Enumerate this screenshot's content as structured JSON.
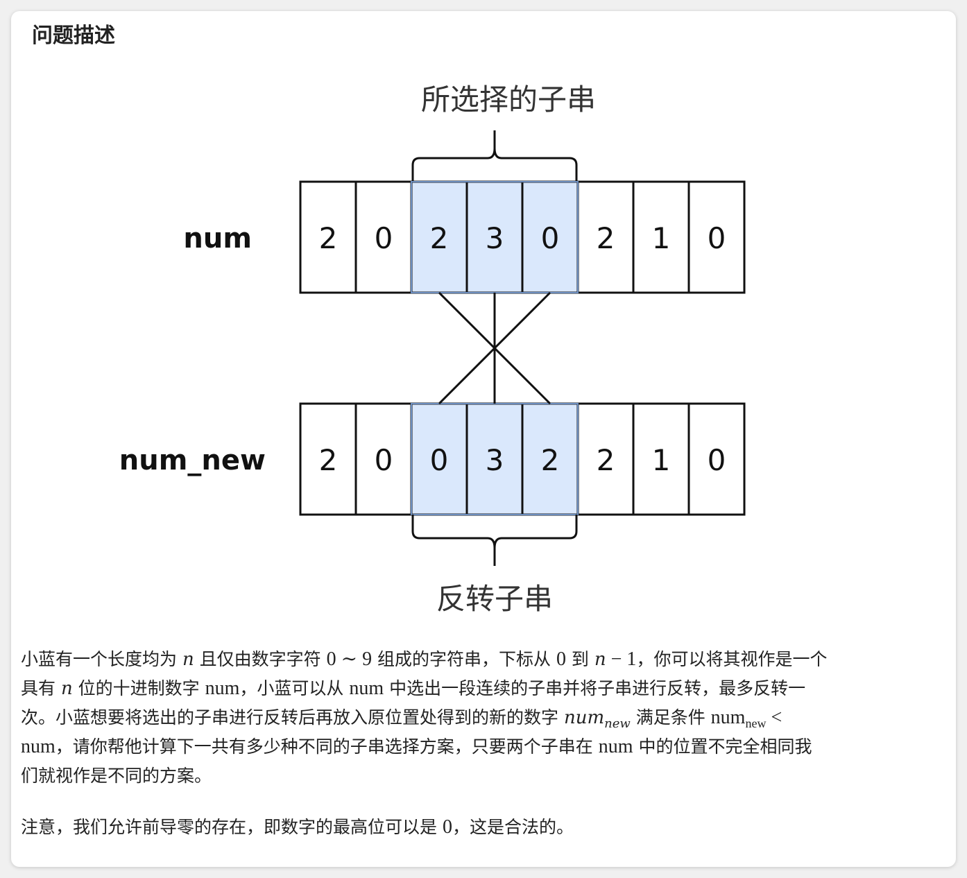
{
  "title": "问题描述",
  "diagram": {
    "top_label": "所选择的子串",
    "bottom_label": "反转子串",
    "row_num_label": "num",
    "row_new_label": "num_new",
    "num_digits": [
      "2",
      "0",
      "2",
      "3",
      "0",
      "2",
      "1",
      "0"
    ],
    "new_digits": [
      "2",
      "0",
      "0",
      "3",
      "2",
      "2",
      "1",
      "0"
    ],
    "selected_range": [
      2,
      4
    ],
    "highlight_fill": "#dae8fc",
    "highlight_stroke": "#6c8ebf"
  },
  "paragraph_lines": [
    [
      {
        "t": "小蓝有一个长度均为 "
      },
      {
        "mi": "n"
      },
      {
        "t": " 且仅由数字字符 "
      },
      {
        "mr": "0 ∼ 9"
      },
      {
        "t": " 组成的字符串，下标从 "
      },
      {
        "mr": "0"
      },
      {
        "t": " 到 "
      },
      {
        "mi": "n"
      },
      {
        "mr": " − 1"
      },
      {
        "t": "，你可以将其视作是一个"
      }
    ],
    [
      {
        "t": "具有 "
      },
      {
        "mi": "n"
      },
      {
        "t": " 位的十进制数字 "
      },
      {
        "mr": "num"
      },
      {
        "t": "，小蓝可以从 "
      },
      {
        "mr": "num"
      },
      {
        "t": " 中选出一段连续的子串并将子串进行反转，最多反转一"
      }
    ],
    [
      {
        "t": "次。小蓝想要将选出的子串进行反转后再放入原位置处得到的新的数字 "
      },
      {
        "mi": "num",
        "sub": "new"
      },
      {
        "t": " 满足条件 "
      },
      {
        "mr": "num",
        "sub": "new"
      },
      {
        "mr": " <"
      }
    ],
    [
      {
        "mr": "num"
      },
      {
        "t": "，请你帮他计算下一共有多少种不同的子串选择方案，只要两个子串在 "
      },
      {
        "mr": "num"
      },
      {
        "t": " 中的位置不完全相同我"
      }
    ],
    [
      {
        "t": "们就视作是不同的方案。"
      }
    ]
  ],
  "note_line": [
    {
      "t": "注意，我们允许前导零的存在，即数字的最高位可以是 "
    },
    {
      "mr": "0"
    },
    {
      "t": "，这是合法的。"
    }
  ]
}
